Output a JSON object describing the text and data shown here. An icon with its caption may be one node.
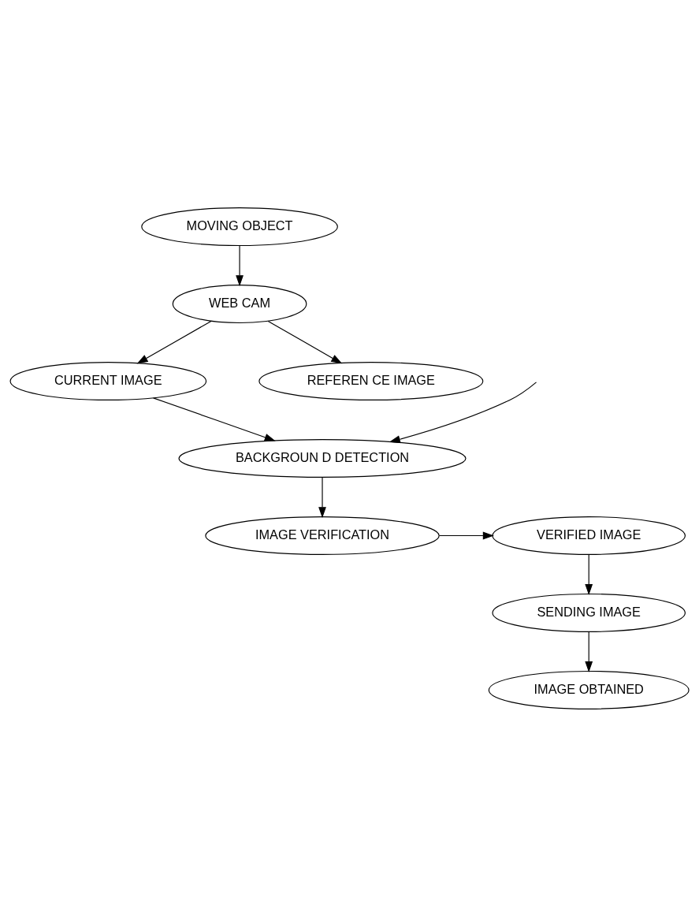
{
  "diagram": {
    "nodes": [
      {
        "text": [
          "MOVING OBJECT"
        ]
      },
      {
        "text": [
          "WEB CAM"
        ]
      },
      {
        "text": [
          "CURRENT IMAGE"
        ]
      },
      {
        "text": [
          "REFEREN CE IMAGE"
        ]
      },
      {
        "text": [
          "BACKGROUN D DETECTION"
        ]
      },
      {
        "text": [
          "IMAGE VERIFICATION"
        ]
      },
      {
        "text": [
          "VERIFIED IMAGE"
        ]
      },
      {
        "text": [
          "SENDING IMAGE"
        ]
      },
      {
        "text": [
          "IMAGE OBTAINED"
        ]
      }
    ],
    "edges": [
      {
        "from": 0,
        "to": 1,
        "arrow": "to"
      },
      {
        "from": 1,
        "to": 2,
        "arrow": "to"
      },
      {
        "from": 1,
        "to": 3,
        "arrow": "to"
      },
      {
        "from": 2,
        "to": 4,
        "arrow": "to"
      },
      {
        "from": null,
        "to": 4,
        "arrow": "to"
      },
      {
        "from": 4,
        "to": 5,
        "arrow": "to"
      },
      {
        "from": 5,
        "to": 6,
        "arrow": "to"
      },
      {
        "from": 6,
        "to": 7,
        "arrow": "to"
      },
      {
        "from": 7,
        "to": 8,
        "arrow": "to"
      }
    ]
  }
}
